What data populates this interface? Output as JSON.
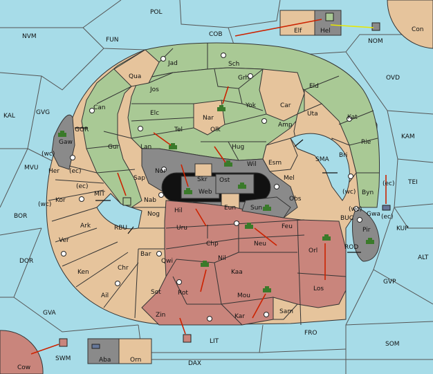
{
  "colors": {
    "sea": "#a7dce8",
    "green": "#a9c995",
    "tan": "#e6c49c",
    "red": "#c9857c",
    "gray": "#8a8a8a",
    "black": "#111111",
    "move_arrow": "#cc2200",
    "support_arrow": "#e8e800"
  },
  "labels": {
    "POL": "POL",
    "COB": "COB",
    "NVM": "NVM",
    "FUN": "FUN",
    "Con": "Con",
    "NOM": "NOM",
    "Elf": "Elf",
    "Hel": "Hel",
    "OVD": "OVD",
    "KAL": "KAL",
    "GVG": "GVG",
    "MVU": "MVU",
    "BOR": "BOR",
    "DOR": "DOR",
    "GVA": "GVA",
    "KAM": "KAM",
    "TEI": "TEI",
    "KUP": "KUP",
    "ALT": "ALT",
    "GVP": "GVP",
    "SOM": "SOM",
    "FRO": "FRO",
    "LIT": "LIT",
    "DAX": "DAX",
    "SWM": "SWM",
    "Cow": "Cow",
    "Aba": "Aba",
    "Orn": "Orn",
    "Jad": "Jad",
    "Sch": "Sch",
    "Qua": "Qua",
    "Jos": "Jos",
    "Grh": "Grh",
    "Eld": "Eld",
    "Can": "Can",
    "Elc": "Elc",
    "Nar": "Nar",
    "Yok": "Yok",
    "Car": "Car",
    "Uta": "Uta",
    "Kat": "Kat",
    "Olk": "Olk",
    "Amp": "Amp",
    "Tel": "Tel",
    "Gur": "Gur",
    "Lan": "Lan",
    "Hug": "Hug",
    "Rie": "Rie",
    "Bri": "Bri",
    "Gaw": "Gaw",
    "GOR": "GOR",
    "Wil": "Wil",
    "Esm": "Esm",
    "SMA": "SMA",
    "Nor": "Nor",
    "Sap": "Sap",
    "Skr": "Skr",
    "Ost": "Ost",
    "Mel": "Mel",
    "Web": "Web",
    "Byn": "Byn",
    "Her": "Her",
    "wc1": "(wc)",
    "ec1": "(ec)",
    "ec2": "(ec)",
    "Kor": "Kor",
    "wc2": "(wc)",
    "MIT": "MIT",
    "Nab": "Nab",
    "Eun": "Eun",
    "Sun": "Sun",
    "Obs": "Obs",
    "wc3": "(wc)",
    "ec3": "(ec)",
    "Gwa": "Gwa",
    "ec4": "(ec)",
    "wc4": "(wc)",
    "RBU": "RBU",
    "Hil": "Hil",
    "Nog": "Nog",
    "Uru": "Uru",
    "Feu": "Feu",
    "BUC": "BUC",
    "Pir": "Pir",
    "Ark": "Ark",
    "Chp": "Chp",
    "Neu": "Neu",
    "Orl": "Orl",
    "Ver": "Ver",
    "Bar": "Bar",
    "Qwi": "Qwi",
    "Nil": "Nil",
    "ROD": "ROD",
    "Chr": "Chr",
    "Kaa": "Kaa",
    "Ken": "Ken",
    "Los": "Los",
    "Rot": "Rot",
    "Ail": "Ail",
    "Sot": "Sot",
    "Mou": "Mou",
    "Sam": "Sam",
    "Zin": "Zin",
    "Kar": "Kar"
  }
}
